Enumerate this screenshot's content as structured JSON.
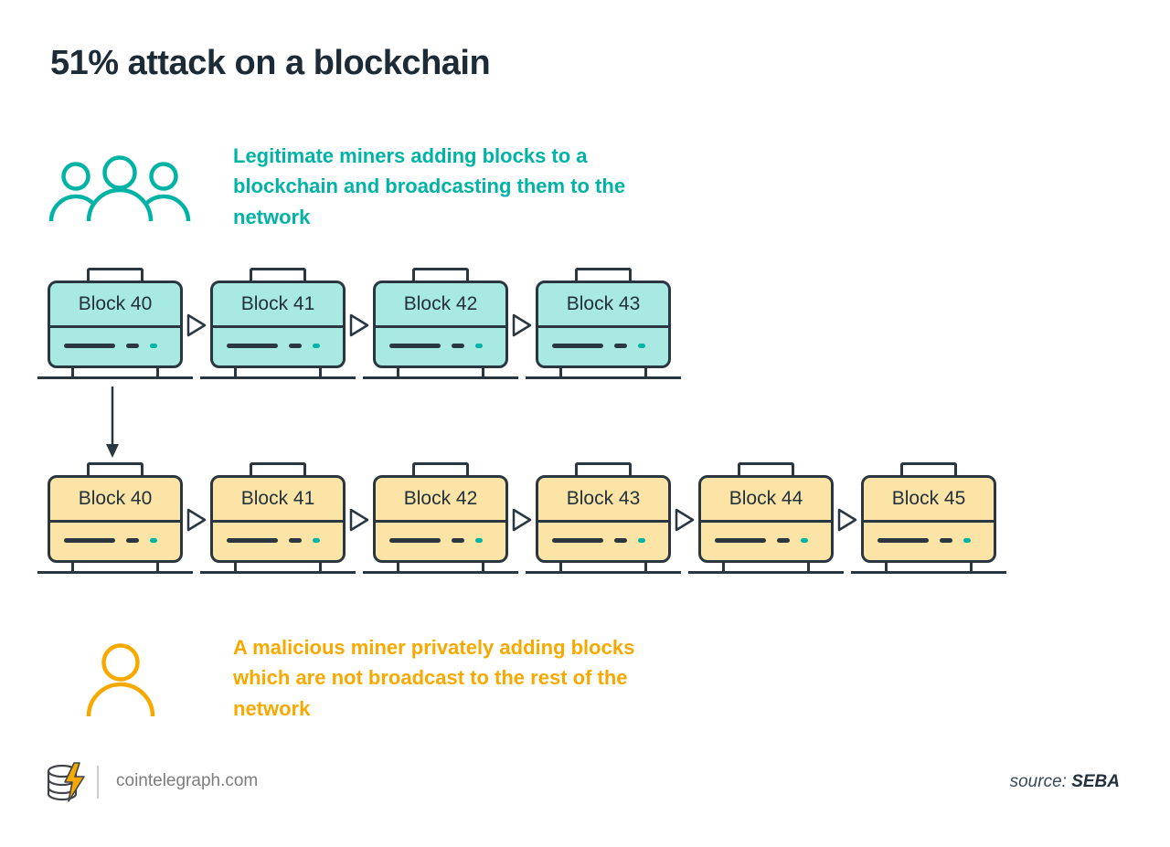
{
  "title": "51% attack on a blockchain",
  "legitimate": {
    "caption": "Legitimate miners adding blocks to a blockchain and broadcasting them to the network",
    "blocks": [
      "Block 40",
      "Block 41",
      "Block 42",
      "Block 43"
    ],
    "accent_color": "#00b3a4",
    "block_fill": "#a8e9e1"
  },
  "malicious": {
    "caption": "A malicious miner privately adding blocks which are not broadcast to the rest of the network",
    "blocks": [
      "Block 40",
      "Block 41",
      "Block 42",
      "Block 43",
      "Block 44",
      "Block 45"
    ],
    "accent_color": "#f8a900",
    "block_fill": "#fbe4a5"
  },
  "colors": {
    "outline_dark": "#2a3740",
    "hash_accent": "#00b3a4"
  },
  "footer": {
    "site": "cointelegraph.com",
    "source_label": "source:",
    "source_value": "SEBA"
  }
}
